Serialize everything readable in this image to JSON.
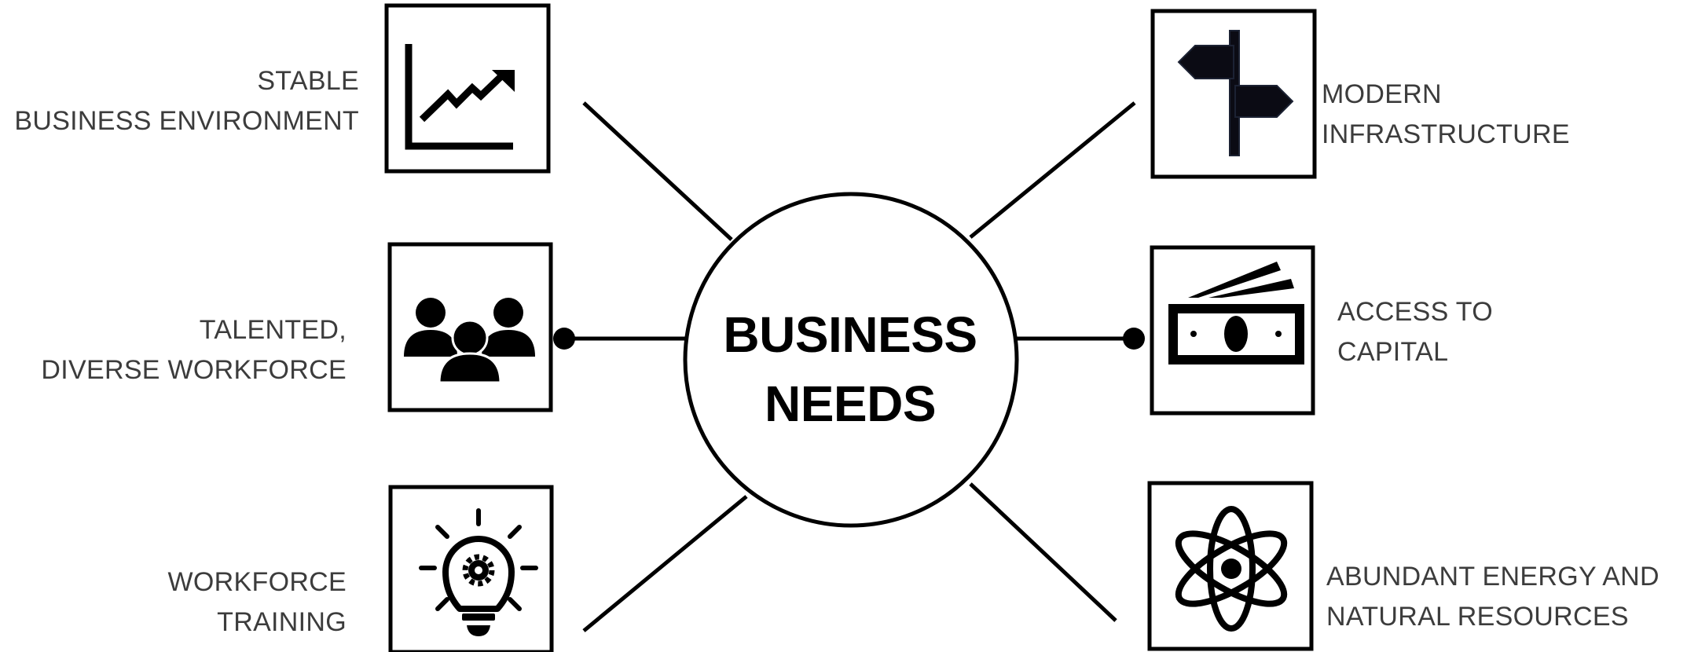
{
  "center": {
    "line1": "BUSINESS",
    "line2": "NEEDS"
  },
  "needs": {
    "stable": {
      "line1": "STABLE",
      "line2": "BUSINESS ENVIRONMENT",
      "icon": "growth-chart-icon"
    },
    "talented": {
      "line1": "TALENTED,",
      "line2": "DIVERSE WORKFORCE",
      "icon": "people-group-icon"
    },
    "training": {
      "line1": "WORKFORCE",
      "line2": "TRAINING",
      "icon": "lightbulb-gear-icon"
    },
    "modern": {
      "line1": "MODERN",
      "line2": "INFRASTRUCTURE",
      "icon": "signpost-icon"
    },
    "capital": {
      "line1": "ACCESS TO",
      "line2": "CAPITAL",
      "icon": "money-bills-icon"
    },
    "energy": {
      "line1": "ABUNDANT ENERGY AND",
      "line2": "NATURAL RESOURCES",
      "icon": "atom-icon"
    }
  },
  "colors": {
    "stroke": "#000000",
    "label_text": "#3c3c3c",
    "background": "#ffffff",
    "signpost_fill": "#0b0b14"
  }
}
